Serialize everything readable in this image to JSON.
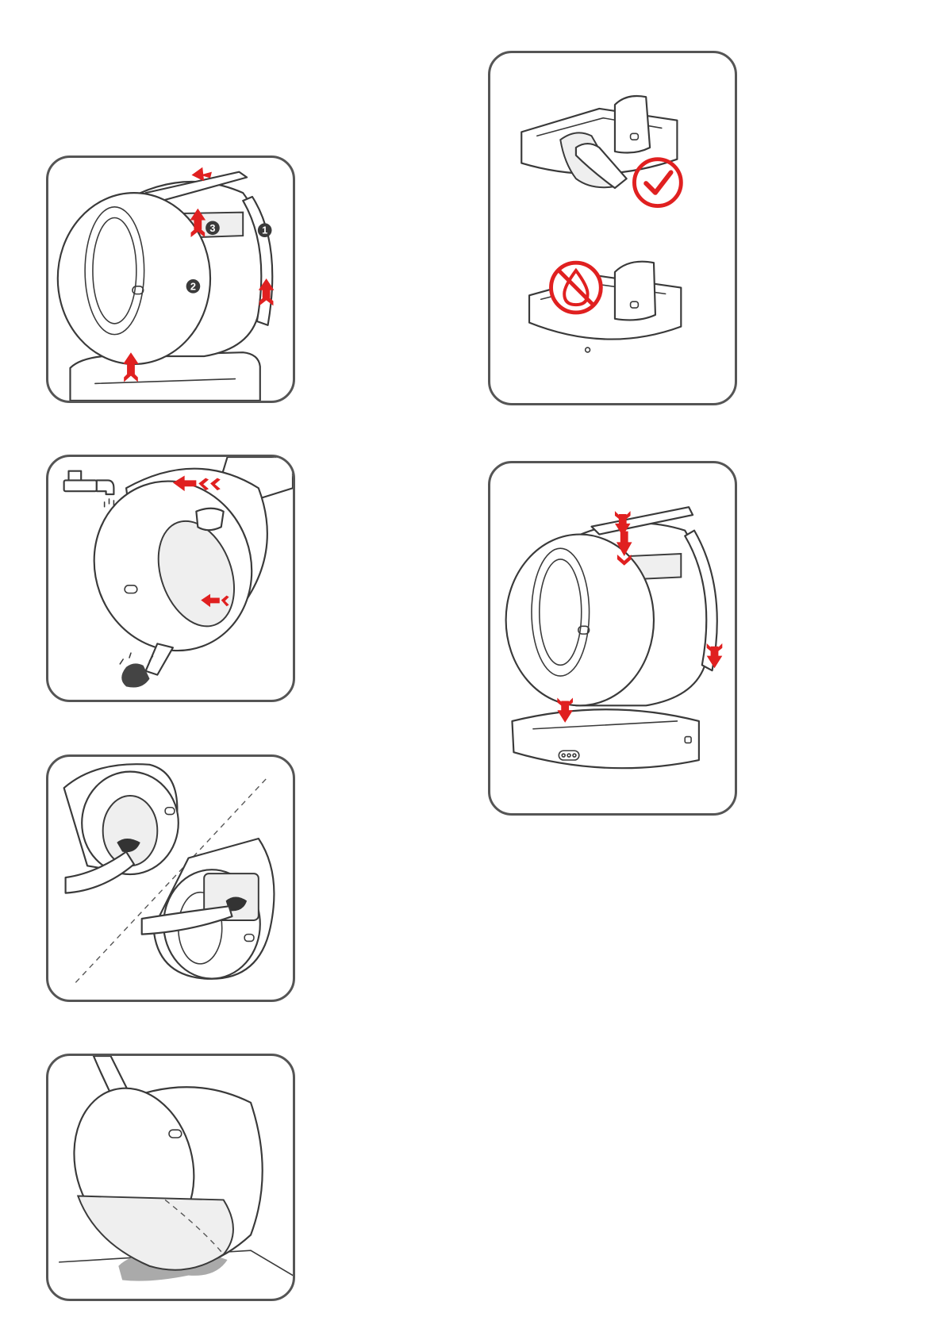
{
  "colors": {
    "accent": "#e02020",
    "outline": "#3a3a3a",
    "frame": "#555555",
    "callout": "#3a3a3a"
  },
  "panels": [
    {
      "id": "step-remove-parts",
      "callouts": [
        "1",
        "2",
        "3"
      ],
      "icons": [
        "up-arrow-icon"
      ]
    },
    {
      "id": "step-rinse-drum",
      "icons": [
        "faucet-icon",
        "left-arrow-icon"
      ]
    },
    {
      "id": "step-wipe-inside",
      "icons": []
    },
    {
      "id": "step-drain-water",
      "icons": []
    },
    {
      "id": "step-base-wipe-ok",
      "icons": [
        "checkmark-icon"
      ]
    },
    {
      "id": "step-base-no-water",
      "icons": [
        "no-water-icon"
      ]
    },
    {
      "id": "step-reassemble",
      "icons": [
        "down-arrow-icon"
      ]
    }
  ]
}
